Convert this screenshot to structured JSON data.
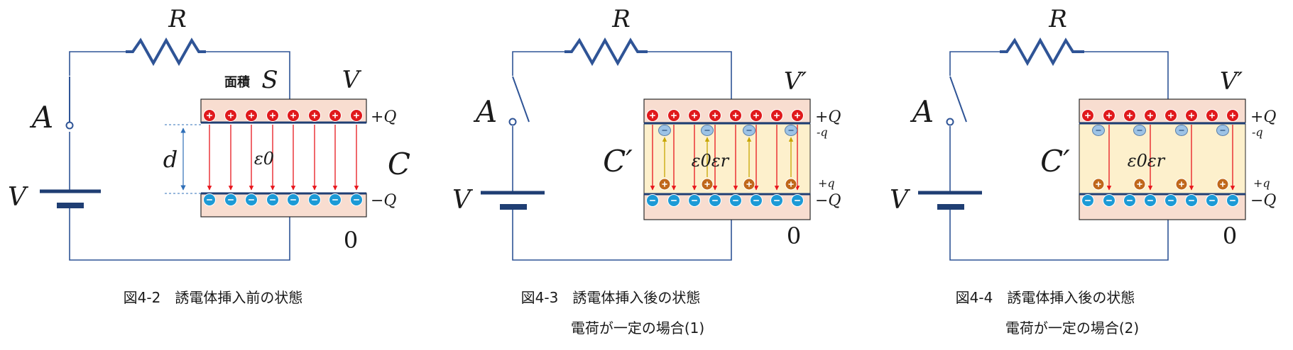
{
  "diagrams": [
    {
      "resistor": "R",
      "switch": "A",
      "battery": "V",
      "top_voltage": "V",
      "bottom_voltage": "0",
      "area_label": "面積",
      "area_symbol": "S",
      "gap_symbol": "d",
      "permittivity": "ε0",
      "capacitance": "C",
      "top_charge": "+Q",
      "bottom_charge": "−Q",
      "caption": [
        "図4-2　誘電体挿入前の状態"
      ]
    },
    {
      "resistor": "R",
      "switch": "A",
      "battery": "V",
      "top_voltage": "V′",
      "bottom_voltage": "0",
      "permittivity": "ε0εr",
      "capacitance": "C′",
      "top_charge": "+Q",
      "bottom_charge": "−Q",
      "induced_top": "-q",
      "induced_bottom": "+q",
      "caption": [
        "図4-3　誘電体挿入後の状態",
        "電荷が一定の場合(1)"
      ]
    },
    {
      "resistor": "R",
      "switch": "A",
      "battery": "V",
      "top_voltage": "V′",
      "bottom_voltage": "0",
      "permittivity": "ε0εr",
      "capacitance": "C′",
      "top_charge": "+Q",
      "bottom_charge": "−Q",
      "induced_top": "-q",
      "induced_bottom": "+q",
      "caption": [
        "図4-4　誘電体挿入後の状態",
        "電荷が一定の場合(2)"
      ]
    }
  ],
  "colors": {
    "wire": "#2f5496",
    "plate": "#f8ddd0",
    "dielectric": "#fdf0cc",
    "positive": "#e0191c",
    "negative": "#1c9ad6",
    "induced_negative": "#9dc3e6",
    "induced_positive": "#c0671b",
    "field_arrow": "#e8161c",
    "induced_arrow": "#c8a600"
  }
}
